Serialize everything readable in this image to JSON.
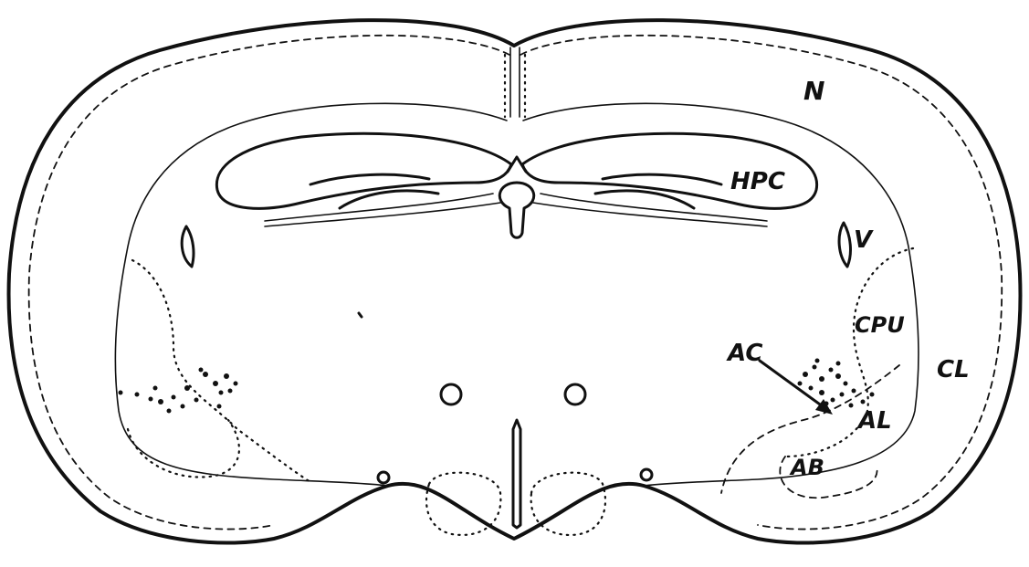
{
  "labels": {
    "n": "N",
    "hpc": "HPC",
    "v": "V",
    "cpu": "CPU",
    "ac": "AC",
    "cl": "CL",
    "al": "AL",
    "ab": "AB"
  }
}
